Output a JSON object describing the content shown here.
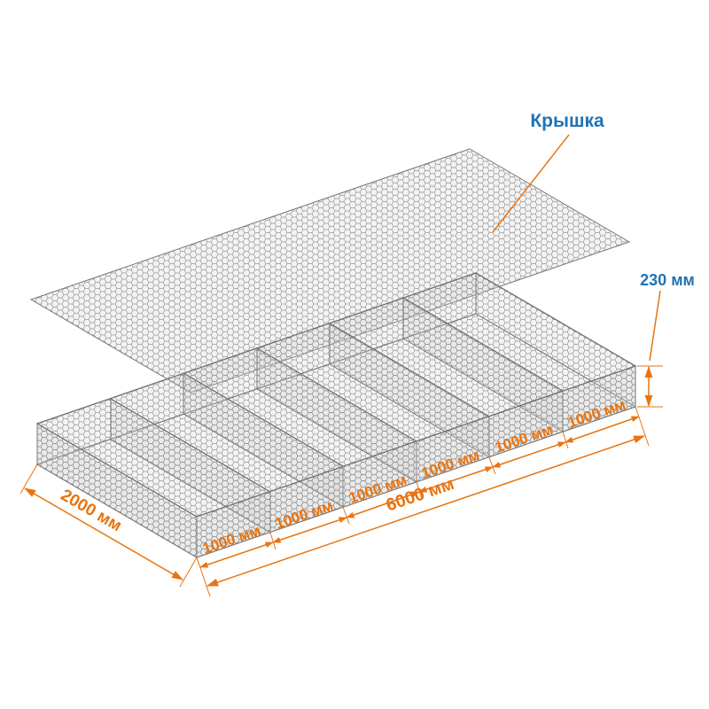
{
  "colors": {
    "dimension_orange": "#e8740f",
    "label_blue": "#2173b4",
    "mesh_gray": "#8f8f8f"
  },
  "labels": {
    "lid": "Крышка",
    "height": "230 мм",
    "length_total": "6000 мм",
    "width": "2000 мм",
    "cells": [
      "1000 мм",
      "1000 мм",
      "1000 мм",
      "1000 мм",
      "1000 мм",
      "1000 мм"
    ]
  }
}
